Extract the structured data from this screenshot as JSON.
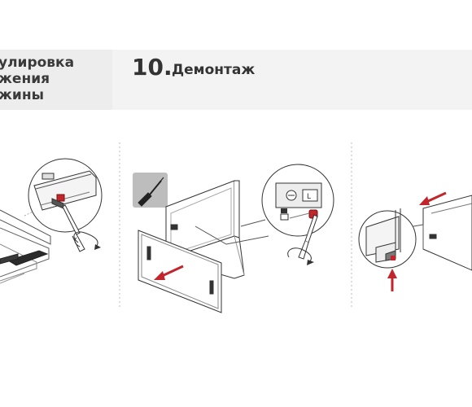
{
  "header": {
    "left_title": "улировка\nжения\nжины",
    "step_number": "10.",
    "step_title": "Демонтаж"
  },
  "panels": [
    {
      "name": "adjustment-illustration"
    },
    {
      "name": "dismount-illustration"
    },
    {
      "name": "hook-release-illustration"
    }
  ],
  "colors": {
    "accent": "#c0262b",
    "line": "#333333",
    "band_left": "#ededed",
    "band_right": "#f3f3f3",
    "lock_box": "#c7c7c7",
    "dash": "#bdbdbd"
  },
  "icons": [
    "screwdriver-icon",
    "rotate-arrow-icon",
    "red-arrow-icon"
  ]
}
